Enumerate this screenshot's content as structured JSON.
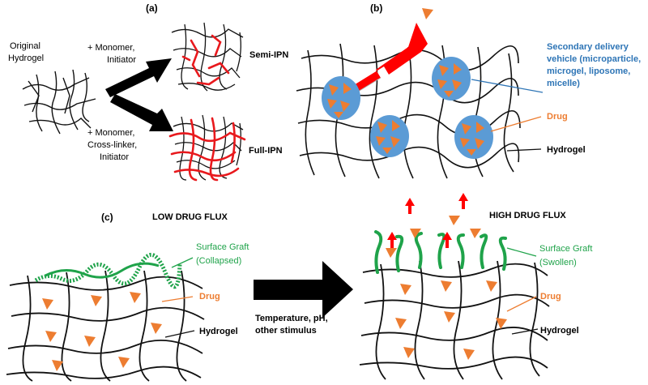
{
  "panels": {
    "a": "(a)",
    "b": "(b)",
    "c": "(c)"
  },
  "panel_a": {
    "original_hydrogel": [
      "Original",
      "Hydrogel"
    ],
    "route_top": [
      "+ Monomer,",
      "Initiator"
    ],
    "route_bottom": [
      "+ Monomer,",
      "Cross-linker,",
      "Initiator"
    ],
    "semi_ipn": "Semi-IPN",
    "full_ipn": "Full-IPN"
  },
  "panel_b": {
    "vehicle_label": [
      "Secondary delivery",
      "vehicle (microparticle,",
      "microgel, liposome,",
      "micelle)"
    ],
    "drug": "Drug",
    "hydrogel": "Hydrogel"
  },
  "panel_c": {
    "low_flux": "LOW DRUG FLUX",
    "high_flux": "HIGH DRUG FLUX",
    "graft_collapsed": [
      "Surface Graft",
      "(Collapsed)"
    ],
    "graft_swollen": [
      "Surface Graft",
      "(Swollen)"
    ],
    "drug_left": "Drug",
    "drug_right": "Drug",
    "hydrogel_left": "Hydrogel",
    "hydrogel_right": "Hydrogel",
    "stimulus": [
      "Temperature, pH,",
      "other stimulus"
    ]
  },
  "colors": {
    "network": "#111111",
    "ipn": "#e8191d",
    "drug": "#ed7d31",
    "vehicle": "#5b9bd5",
    "graft": "#1fa34a",
    "release_arrow": "#ff0000",
    "label_blue": "#2e75b6"
  }
}
